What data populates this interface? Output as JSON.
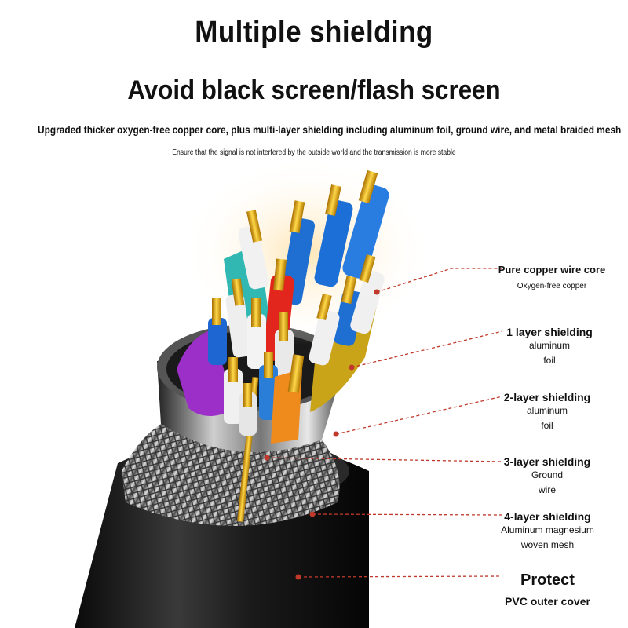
{
  "header": {
    "title": "Multiple shielding",
    "subtitle": "Avoid black screen/flash screen",
    "description": "Upgraded thicker oxygen-free copper core, plus multi-layer shielding including aluminum foil, ground wire, and metal braided mesh",
    "note": "Ensure that the signal is not interfered by the outside world and the transmission is more stable"
  },
  "callouts": {
    "core": {
      "label": "Pure copper wire core",
      "sub": "Oxygen-free copper"
    },
    "layer1": {
      "label": "1 layer shielding",
      "sub1": "aluminum",
      "sub2": "foil"
    },
    "layer2": {
      "label": "2-layer shielding",
      "sub1": "aluminum",
      "sub2": "foil"
    },
    "layer3": {
      "label": "3-layer shielding",
      "sub1": "Ground",
      "sub2": "wire"
    },
    "layer4": {
      "label": "4-layer shielding",
      "sub1": "Aluminum magnesium",
      "sub2": "woven mesh"
    },
    "outer": {
      "label": "Protect",
      "sub": "PVC outer cover"
    }
  },
  "colors": {
    "leader": "#c0392b",
    "gold": "#e8b100",
    "jacket": "#1c1c1c"
  }
}
